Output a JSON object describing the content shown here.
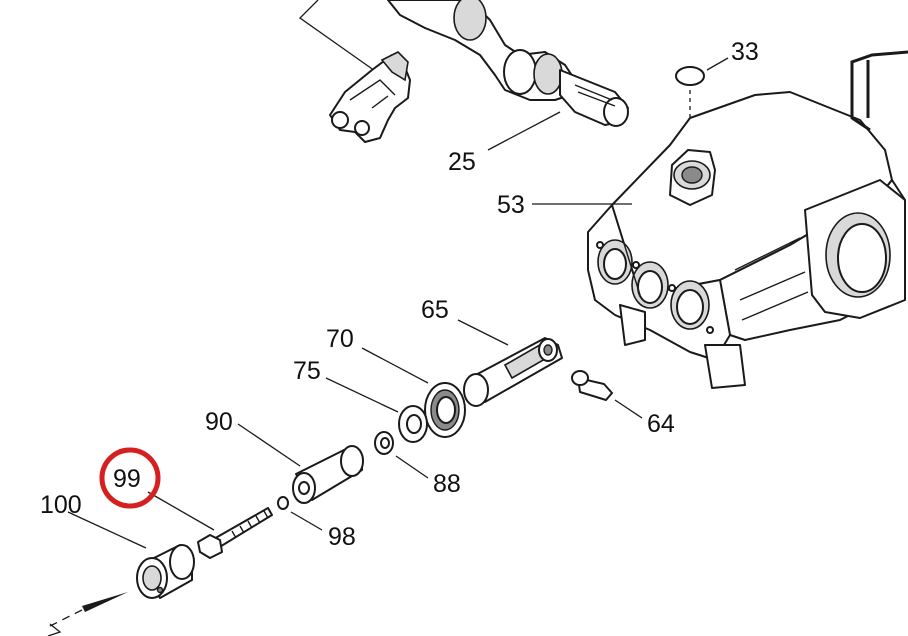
{
  "labels": {
    "p33": "33",
    "p25": "25",
    "p53": "53",
    "p65": "65",
    "p70": "70",
    "p75": "75",
    "p90": "90",
    "p64": "64",
    "p88": "88",
    "p99": "99",
    "p100": "100",
    "p98": "98"
  },
  "highlight_color": "#d62020",
  "line_color": "#1a1a1a"
}
